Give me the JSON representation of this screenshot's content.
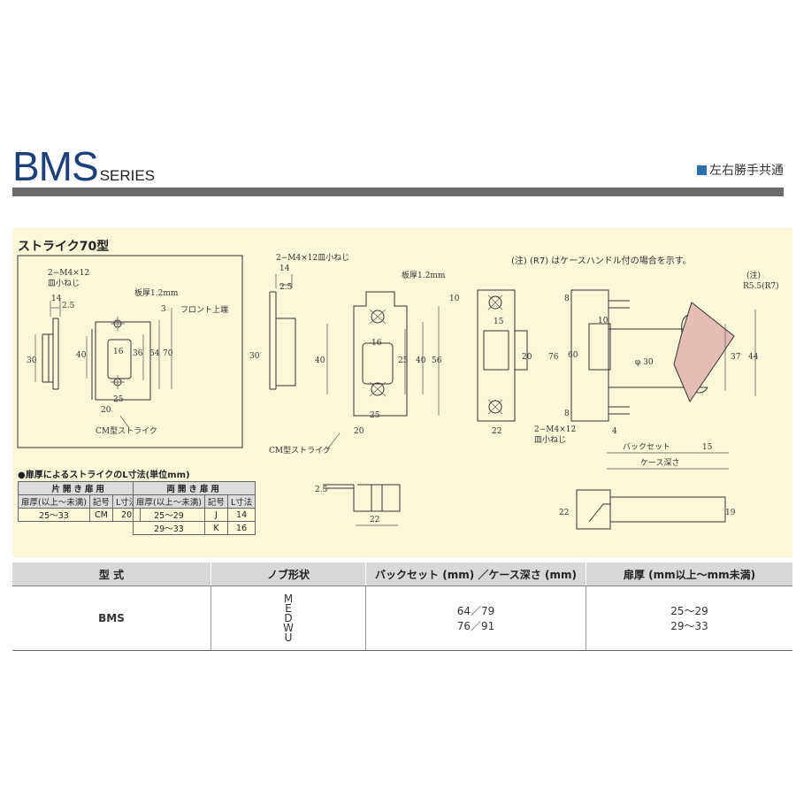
{
  "header": {
    "brand": "BMS",
    "series": "SERIES",
    "tagline": "左右勝手共通"
  },
  "strike": {
    "title": "ストライク70型",
    "note": "(注) (R7) はケースハンドル付の場合を示す。",
    "labels": {
      "screw_left": "2−M4×12",
      "screw_left2": "皿小ねじ",
      "plate_left": "板厚1.2mm",
      "front_top": "フロント上端",
      "cm_strike_left": "CM型ストライク",
      "screw_mid": "2−M4×12皿小ねじ",
      "plate_mid": "板厚1.2mm",
      "cm_strike_mid": "CM型ストライク",
      "screw_right": "2−M4×12",
      "screw_right2": "皿小ねじ",
      "backset": "バックセット",
      "case_depth": "ケース深さ",
      "note_r": "(注)",
      "r55": "R5.5(R7)",
      "phi30": "φ 30"
    },
    "dims": {
      "d14": "14",
      "d25": "2.5",
      "d3": "3",
      "d30": "30",
      "d40": "40",
      "d16": "16",
      "d36": "36",
      "d54": "54",
      "d70": "70",
      "d25b": "25",
      "d20": "20",
      "d56": "56",
      "d10": "10",
      "d15": "15",
      "d22": "22",
      "d76": "76",
      "d60": "60",
      "d8": "8",
      "d37": "37",
      "d44": "44",
      "d4": "4",
      "d19": "19"
    }
  },
  "l_table": {
    "label": "●扉厚によるストライクのL寸法(単位mm)",
    "single": {
      "group": "片開き扉用",
      "headers": [
        "扉厚(以上〜未満)",
        "記号",
        "L寸法"
      ],
      "rows": [
        [
          "25〜33",
          "CM",
          "20"
        ]
      ]
    },
    "double": {
      "group": "両開き扉用",
      "headers": [
        "扉厚(以上〜未満)",
        "記号",
        "L寸法"
      ],
      "rows": [
        [
          "25〜29",
          "J",
          "14"
        ],
        [
          "29〜33",
          "K",
          "16"
        ]
      ]
    }
  },
  "spec_table": {
    "headers": [
      "型 式",
      "ノブ形状",
      "バックセット (mm) ／ケース深さ (mm)",
      "扉厚 (mm以上〜mm未満)"
    ],
    "model": "BMS",
    "knobs": [
      "M",
      "E",
      "D",
      "W",
      "U"
    ],
    "backsets": [
      "64／79",
      "76／91"
    ],
    "thickness": [
      "25〜29",
      "29〜33"
    ]
  }
}
